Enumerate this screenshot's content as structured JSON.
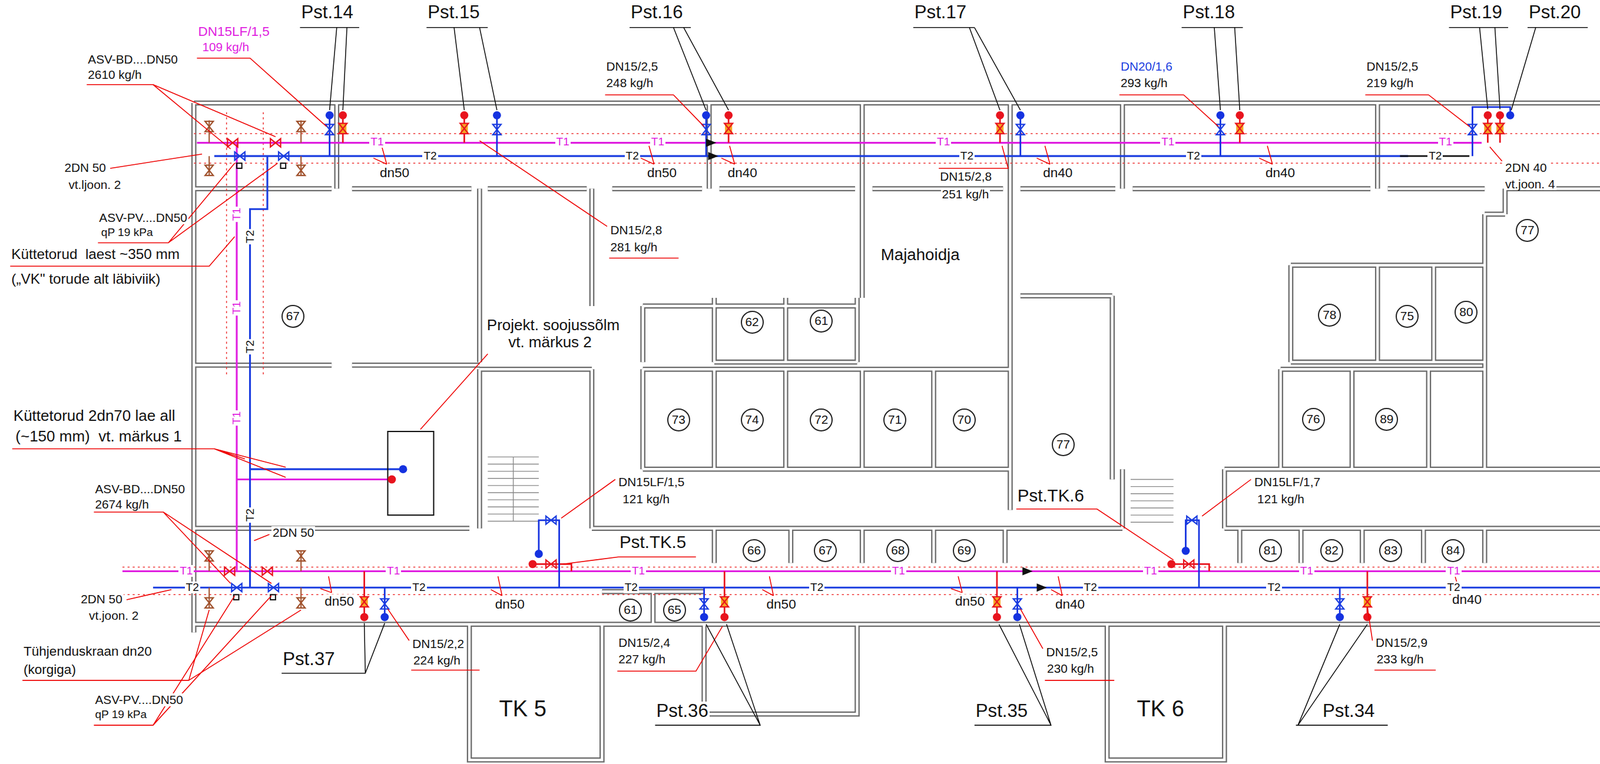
{
  "diagram": {
    "nodes": [
      {
        "text": [
          "77"
        ]
      },
      {
        "text": [
          "67"
        ]
      },
      {
        "text": [
          "62"
        ]
      },
      {
        "text": [
          "61"
        ]
      },
      {
        "text": [
          "78"
        ]
      },
      {
        "text": [
          "75"
        ]
      },
      {
        "text": [
          "80"
        ]
      },
      {
        "text": [
          "73"
        ]
      },
      {
        "text": [
          "74"
        ]
      },
      {
        "text": [
          "72"
        ]
      },
      {
        "text": [
          "71"
        ]
      },
      {
        "text": [
          "70"
        ]
      },
      {
        "text": [
          "76"
        ]
      },
      {
        "text": [
          "89"
        ]
      },
      {
        "text": [
          "77"
        ]
      },
      {
        "text": [
          "66"
        ]
      },
      {
        "text": [
          "67"
        ]
      },
      {
        "text": [
          "68"
        ]
      },
      {
        "text": [
          "69"
        ]
      },
      {
        "text": [
          "81"
        ]
      },
      {
        "text": [
          "82"
        ]
      },
      {
        "text": [
          "83"
        ]
      },
      {
        "text": [
          "84"
        ]
      },
      {
        "text": [
          "61"
        ]
      },
      {
        "text": [
          "65"
        ]
      }
    ],
    "labels": [
      "DN15LF/1,5",
      "109 kg/h",
      "Pst.14",
      "Pst.15",
      "Pst.16",
      "Pst.17",
      "Pst.18",
      "Pst.19",
      "Pst.20",
      "ASV-BD....DN50",
      "2610 kg/h",
      "2DN 50",
      "vt.ljoon. 2",
      "ASV-PV....DN50",
      "qP 19 kPa",
      "Küttetorud  laest ~350 mm",
      "(„VK\" torude alt läbiviik)",
      "DN15/2,5",
      "248 kg/h",
      "DN15/2,8",
      "281 kg/h",
      "DN15/2,8",
      "251 kg/h",
      "DN20/1,6",
      "293 kg/h",
      "DN15/2,5",
      "219 kg/h",
      "2DN 40",
      "vt.joon. 4",
      "dn50",
      "dn50",
      "dn40",
      "dn40",
      "dn40",
      "T1",
      "T1",
      "T1",
      "T1",
      "T1",
      "T1",
      "T2",
      "T2",
      "T2",
      "T2",
      "T2",
      "T1",
      "T2",
      "T1",
      "T2",
      "T1",
      "T2",
      "Majahoidja",
      "Projekt. soojussõlm",
      "vt. märkus 2",
      "Küttetorud 2dn70 lae all",
      "(~150 mm)  vt. märkus 1",
      "ASV-BD....DN50",
      "2674 kg/h",
      "2DN 50",
      "2DN 50",
      "vt.joon. 2",
      "Tühjenduskraan dn20",
      "(korgiga)",
      "ASV-PV....DN50",
      "qP 19 kPa",
      "DN15LF/1,5",
      "121 kg/h",
      "Pst.TK.5",
      "DN15LF/1,7",
      "121 kg/h",
      "Pst.TK.6",
      "Pst.37",
      "DN15/2,2",
      "224 kg/h",
      "DN15/2,4",
      "227 kg/h",
      "Pst.36",
      "DN15/2,5",
      "230 kg/h",
      "Pst.35",
      "DN15/2,9",
      "233 kg/h",
      "Pst.34",
      "TK 5",
      "TK 6",
      "dn50",
      "dn50",
      "dn50",
      "dn50",
      "dn40",
      "dn40",
      "T1",
      "T1",
      "T1",
      "T1",
      "T1",
      "T1",
      "T1",
      "T2",
      "T2",
      "T2",
      "T2",
      "T2",
      "T2",
      "T2"
    ]
  }
}
